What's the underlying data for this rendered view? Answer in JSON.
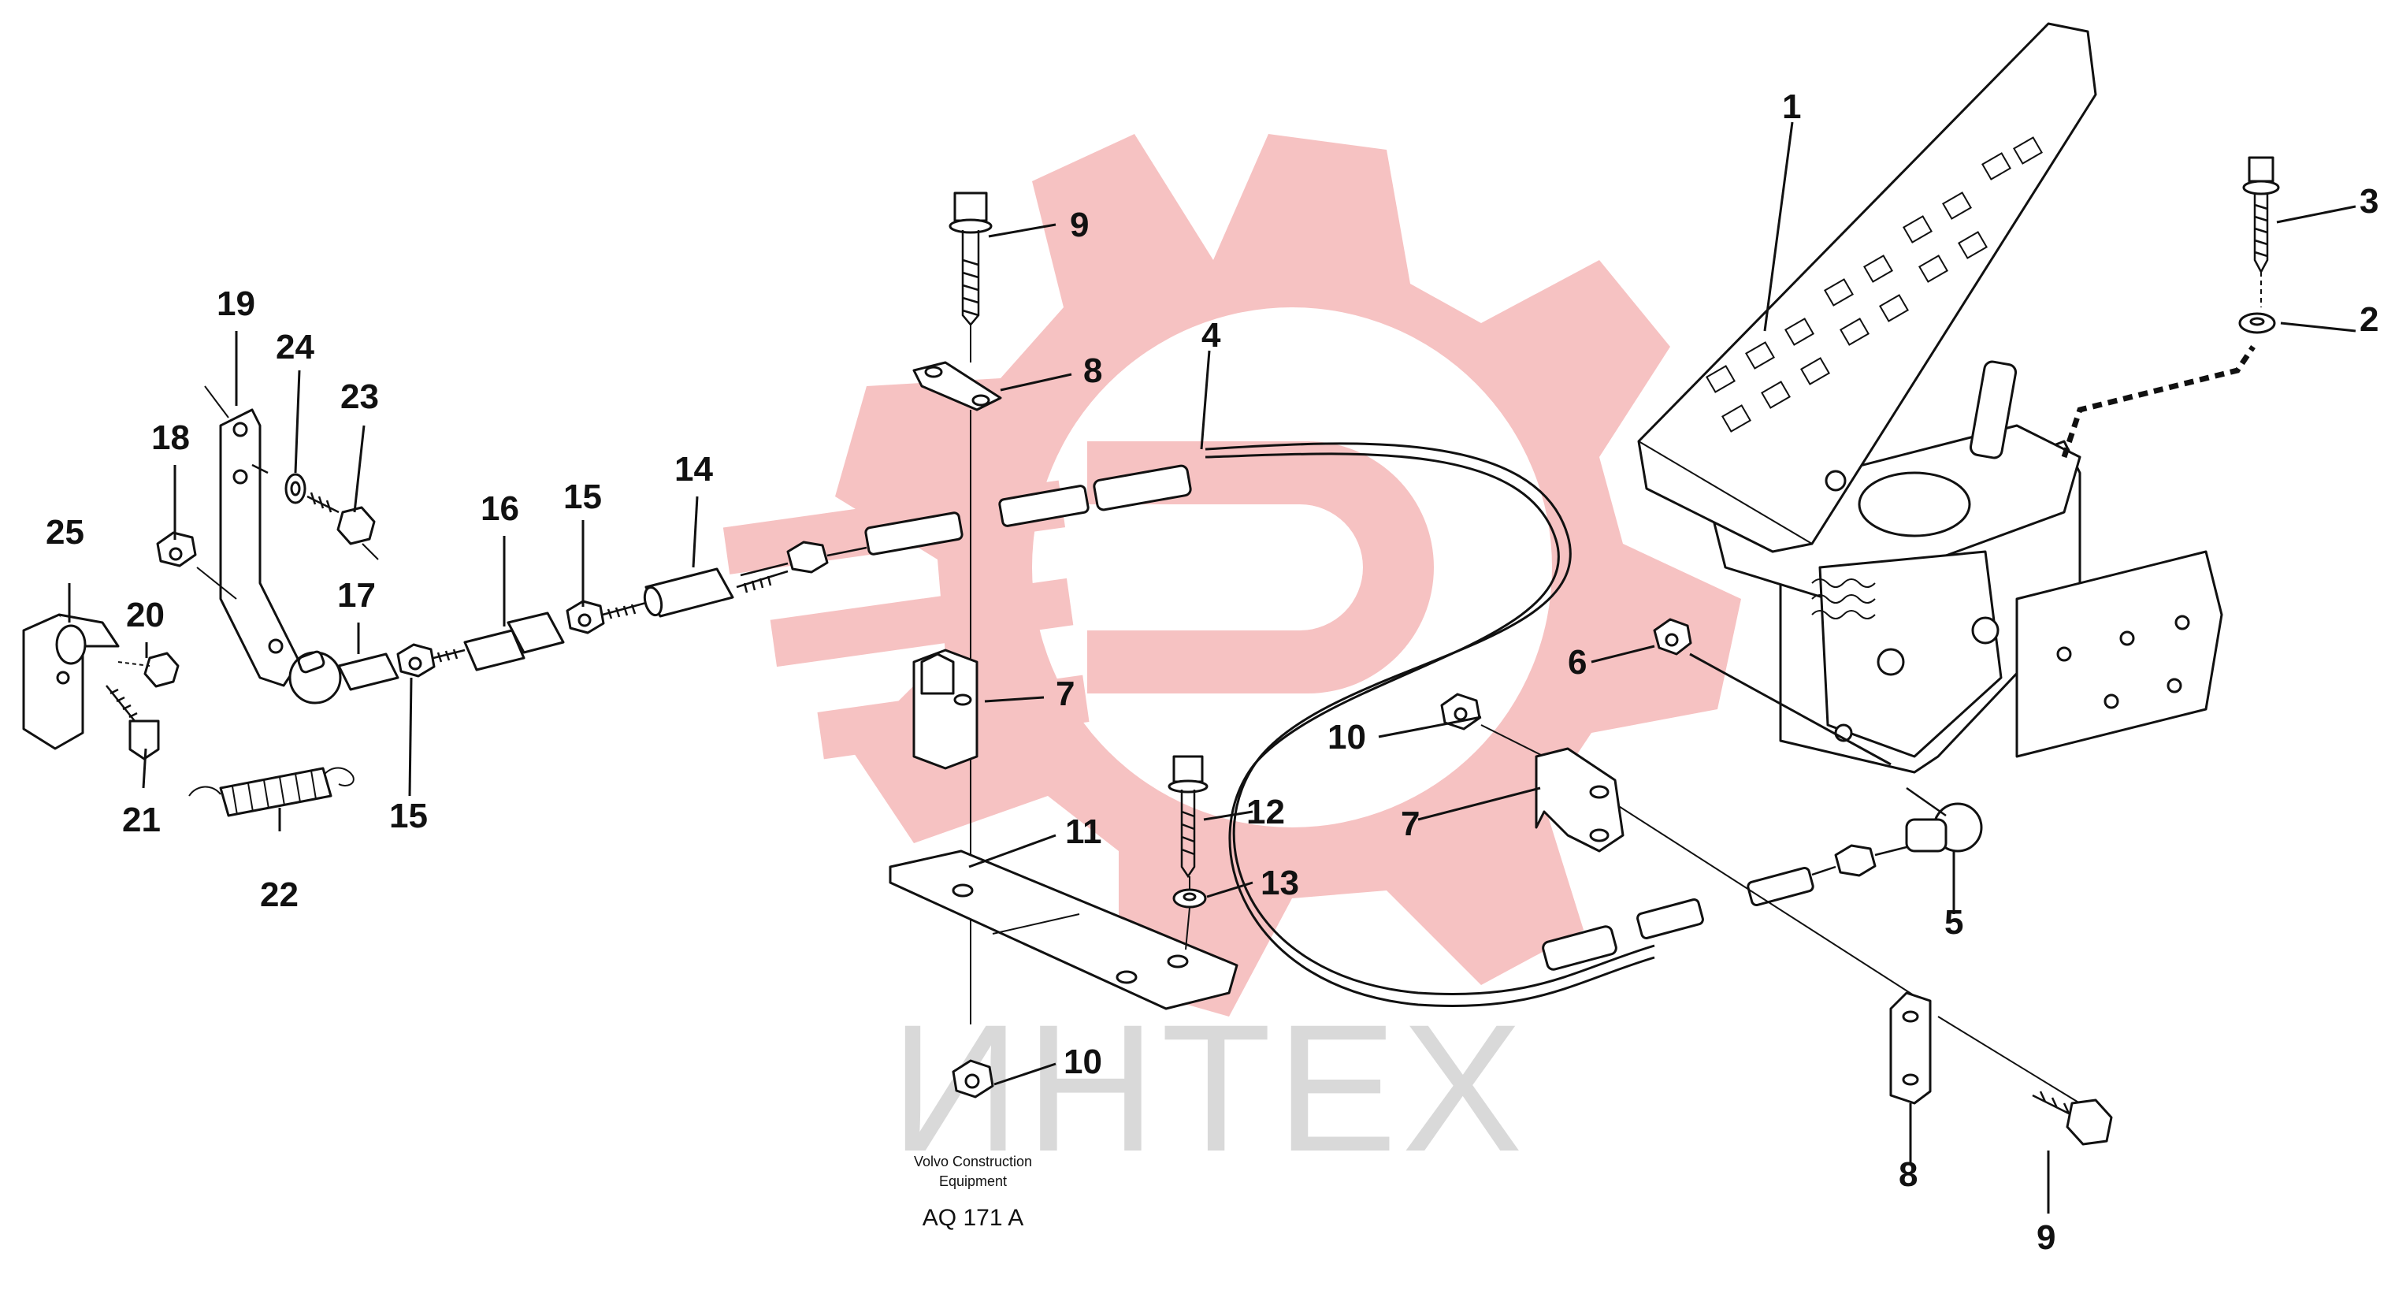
{
  "watermark": {
    "text": "ИНТЕХ",
    "gear_color": "#f5b7b7",
    "text_color": "#d9d9d9"
  },
  "caption": {
    "line1": "Volvo Construction",
    "line2": "Equipment",
    "code": "AQ 171 A"
  },
  "callouts": [
    {
      "id": "c1",
      "text": "1"
    },
    {
      "id": "c2",
      "text": "2"
    },
    {
      "id": "c3",
      "text": "3"
    },
    {
      "id": "c4",
      "text": "4"
    },
    {
      "id": "c5",
      "text": "5"
    },
    {
      "id": "c6",
      "text": "6"
    },
    {
      "id": "c7a",
      "text": "7"
    },
    {
      "id": "c7b",
      "text": "7"
    },
    {
      "id": "c8a",
      "text": "8"
    },
    {
      "id": "c8b",
      "text": "8"
    },
    {
      "id": "c9a",
      "text": "9"
    },
    {
      "id": "c9b",
      "text": "9"
    },
    {
      "id": "c10a",
      "text": "10"
    },
    {
      "id": "c10b",
      "text": "10"
    },
    {
      "id": "c11",
      "text": "11"
    },
    {
      "id": "c12",
      "text": "12"
    },
    {
      "id": "c13",
      "text": "13"
    },
    {
      "id": "c14",
      "text": "14"
    },
    {
      "id": "c15a",
      "text": "15"
    },
    {
      "id": "c15b",
      "text": "15"
    },
    {
      "id": "c16",
      "text": "16"
    },
    {
      "id": "c17",
      "text": "17"
    },
    {
      "id": "c18",
      "text": "18"
    },
    {
      "id": "c19",
      "text": "19"
    },
    {
      "id": "c20",
      "text": "20"
    },
    {
      "id": "c21",
      "text": "21"
    },
    {
      "id": "c22",
      "text": "22"
    },
    {
      "id": "c23",
      "text": "23"
    },
    {
      "id": "c24",
      "text": "24"
    },
    {
      "id": "c25",
      "text": "25"
    }
  ]
}
